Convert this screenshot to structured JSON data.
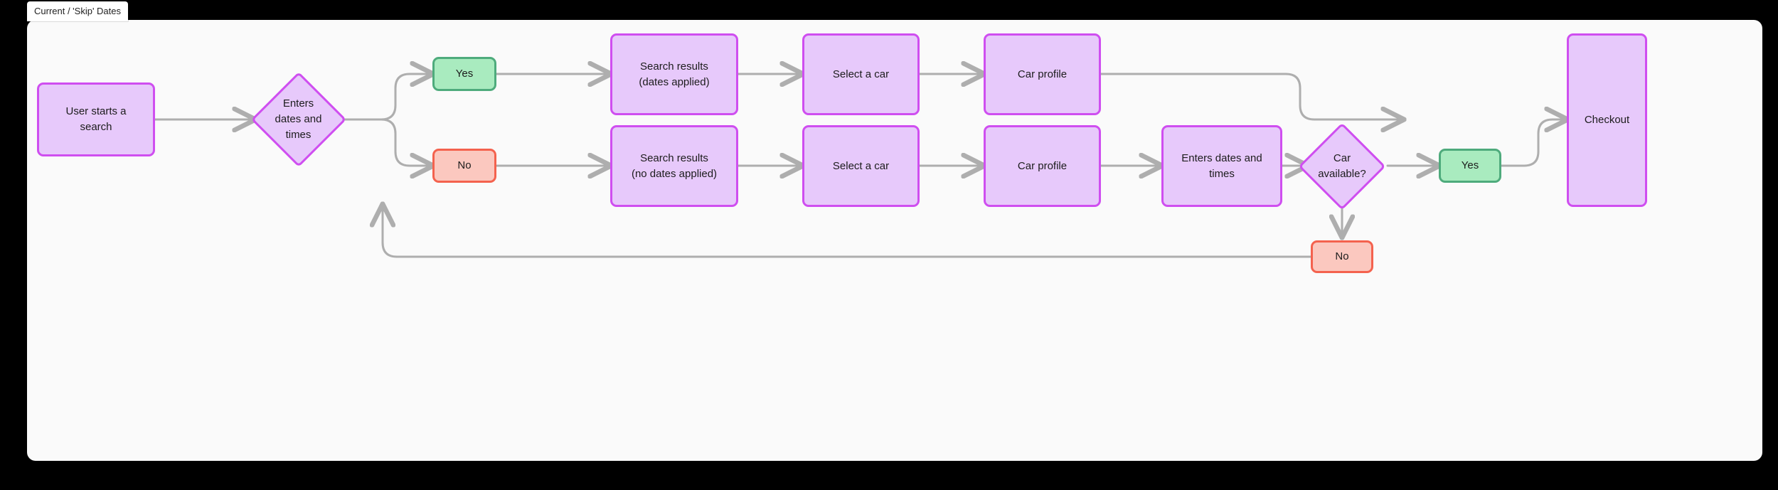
{
  "window": {
    "background_color": "#000000"
  },
  "tab": {
    "label": "Current / 'Skip' Dates"
  },
  "canvas": {
    "background_color": "#fafafa"
  },
  "palette": {
    "process_fill": "#e7c9fb",
    "process_stroke": "#cf4ef0",
    "yes_fill": "#a9ebbf",
    "yes_stroke": "#4eab7c",
    "no_fill": "#fbc8bf",
    "no_stroke": "#f4624e",
    "edge_stroke": "#aeaeae",
    "text_color": "#1c1c1c"
  },
  "diagram": {
    "title": "Current / 'Skip' Dates",
    "type": "flowchart",
    "nodes": [
      {
        "id": "start",
        "label": "User starts a\nsearch",
        "shape": "process"
      },
      {
        "id": "dates1",
        "label": "Enters\ndates and\ntimes",
        "shape": "decision"
      },
      {
        "id": "yes1",
        "label": "Yes",
        "shape": "yes"
      },
      {
        "id": "no1",
        "label": "No",
        "shape": "no"
      },
      {
        "id": "results-dates",
        "label": "Search results\n(dates applied)",
        "shape": "process"
      },
      {
        "id": "select-car-top",
        "label": "Select a car",
        "shape": "process"
      },
      {
        "id": "car-profile-top",
        "label": "Car profile",
        "shape": "process"
      },
      {
        "id": "results-nodates",
        "label": "Search results\n(no dates applied)",
        "shape": "process"
      },
      {
        "id": "select-car-bot",
        "label": "Select a car",
        "shape": "process"
      },
      {
        "id": "car-profile-bot",
        "label": "Car profile",
        "shape": "process"
      },
      {
        "id": "dates2",
        "label": "Enters dates and\ntimes",
        "shape": "process"
      },
      {
        "id": "car-available",
        "label": "Car\navailable?",
        "shape": "decision"
      },
      {
        "id": "yes2",
        "label": "Yes",
        "shape": "yes"
      },
      {
        "id": "no2",
        "label": "No",
        "shape": "no"
      },
      {
        "id": "checkout",
        "label": "Checkout",
        "shape": "process"
      }
    ],
    "edges": [
      {
        "from": "start",
        "to": "dates1"
      },
      {
        "from": "dates1",
        "to": "yes1"
      },
      {
        "from": "dates1",
        "to": "no1"
      },
      {
        "from": "yes1",
        "to": "results-dates"
      },
      {
        "from": "results-dates",
        "to": "select-car-top"
      },
      {
        "from": "select-car-top",
        "to": "car-profile-top"
      },
      {
        "from": "car-profile-top",
        "to": "checkout"
      },
      {
        "from": "no1",
        "to": "results-nodates"
      },
      {
        "from": "results-nodates",
        "to": "select-car-bot"
      },
      {
        "from": "select-car-bot",
        "to": "car-profile-bot"
      },
      {
        "from": "car-profile-bot",
        "to": "dates2"
      },
      {
        "from": "dates2",
        "to": "car-available"
      },
      {
        "from": "car-available",
        "to": "yes2"
      },
      {
        "from": "car-available",
        "to": "no2"
      },
      {
        "from": "yes2",
        "to": "checkout"
      },
      {
        "from": "no2",
        "to": "results-nodates"
      }
    ]
  }
}
